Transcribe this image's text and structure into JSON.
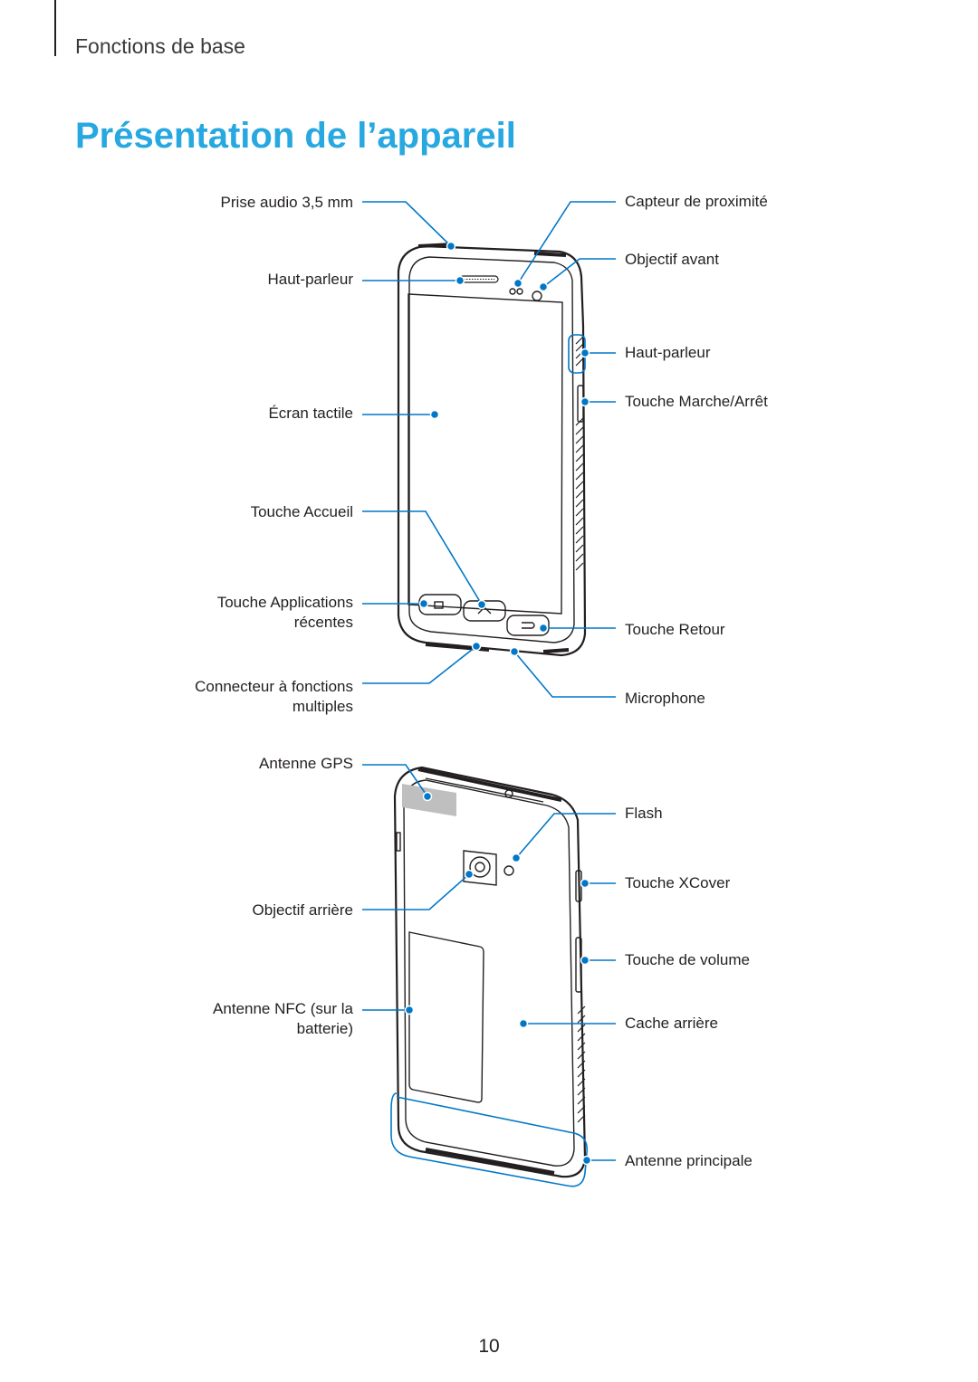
{
  "header": {
    "section": "Fonctions de base",
    "title": "Présentation de l’appareil"
  },
  "front_labels": {
    "prise_audio": "Prise audio 3,5 mm",
    "haut_parleur_top": "Haut-parleur",
    "ecran_tactile": "Écran tactile",
    "touche_accueil": "Touche Accueil",
    "touche_applications_1": "Touche Applications",
    "touche_applications_2": "récentes",
    "connecteur_1": "Connecteur à fonctions",
    "connecteur_2": "multiples",
    "capteur_proximite": "Capteur de proximité",
    "objectif_avant": "Objectif avant",
    "haut_parleur_side": "Haut-parleur",
    "touche_marche": "Touche Marche/Arrêt",
    "touche_retour": "Touche Retour",
    "microphone": "Microphone"
  },
  "back_labels": {
    "antenne_gps": "Antenne GPS",
    "objectif_arriere": "Objectif arrière",
    "antenne_nfc_1": "Antenne NFC (sur la",
    "antenne_nfc_2": "batterie)",
    "flash": "Flash",
    "touche_xcover": "Touche XCover",
    "touche_volume": "Touche de volume",
    "cache_arriere": "Cache arrière",
    "antenne_principale": "Antenne principale"
  },
  "footer": {
    "page_number": "10"
  },
  "colors": {
    "accent": "#27a8e0",
    "leader": "#0077c8",
    "outline": "#231f20"
  }
}
